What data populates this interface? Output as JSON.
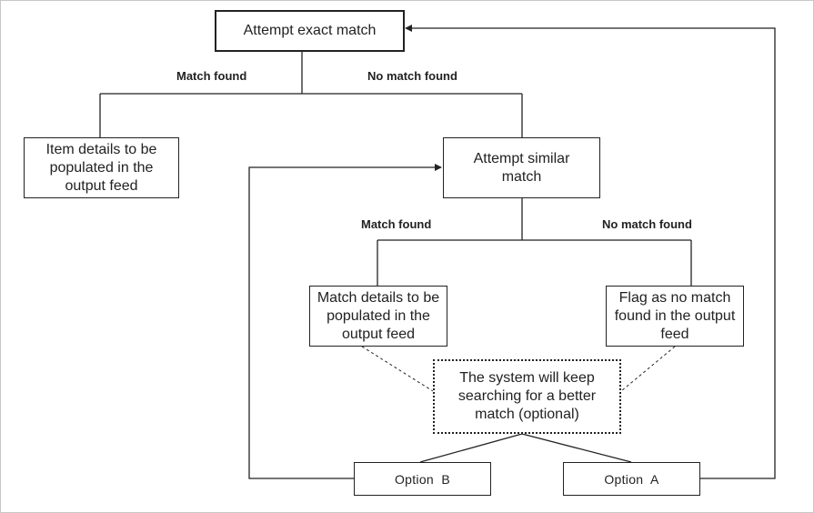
{
  "nodes": {
    "exact": "Attempt exact match",
    "item_details": "Item details to be populated in the output feed",
    "similar": "Attempt similar match",
    "match_details": "Match details to be populated in the output feed",
    "flag": "Flag as no match found in the output feed",
    "note": "The system will keep searching for a better match (optional)",
    "option_b": "Option  B",
    "option_a": "Option  A"
  },
  "labels": {
    "match_found_1": "Match found",
    "no_match_found_1": "No match found",
    "match_found_2": "Match found",
    "no_match_found_2": "No match found"
  }
}
